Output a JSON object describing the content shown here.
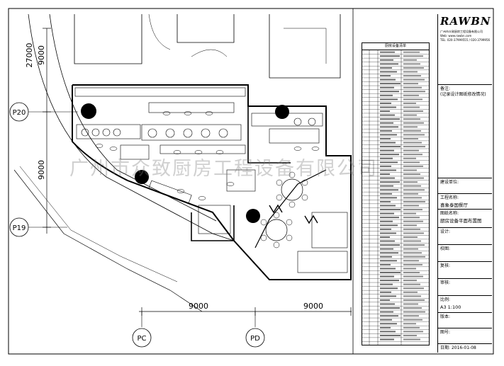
{
  "drawing": {
    "grid_labels": {
      "row_top": "P20",
      "row_bottom": "P19",
      "col_left": "PC",
      "col_right": "PD"
    },
    "dimensions": {
      "vertical_total": "27000",
      "vertical_top": "9000",
      "vertical_mid": "9000",
      "horizontal_left": "9000",
      "horizontal_right": "9000"
    },
    "watermark": "广州市众致厨房工程设备有限公司"
  },
  "legend": {
    "title": "厨房设备清单",
    "row_count": 75
  },
  "title_block": {
    "logo": "RAWBN",
    "company": "广州市众致厨房工程设备有限公司",
    "contact_web": "Web: www.rawbn.com",
    "contact_tel": "TEL: 020-37999555 / 020-37999566",
    "remarks_label": "备注:",
    "remarks_note": "(记录设计图纸修改情况)",
    "client_label": "建设单位:",
    "project_label": "工程名称:",
    "project_value": "喜象泰国餐厅",
    "drawing_label": "图纸名称:",
    "drawing_value": "厨房设备平面布置图",
    "design_label": "设计:",
    "check_label": "校图:",
    "review_label": "复核:",
    "approve_label": "审核:",
    "scale_label": "比例:",
    "scale_value": "A3 1:100",
    "version_label": "版本:",
    "sheet_label": "图号:",
    "date_label": "日期:",
    "date_value": "2016-01-08"
  }
}
